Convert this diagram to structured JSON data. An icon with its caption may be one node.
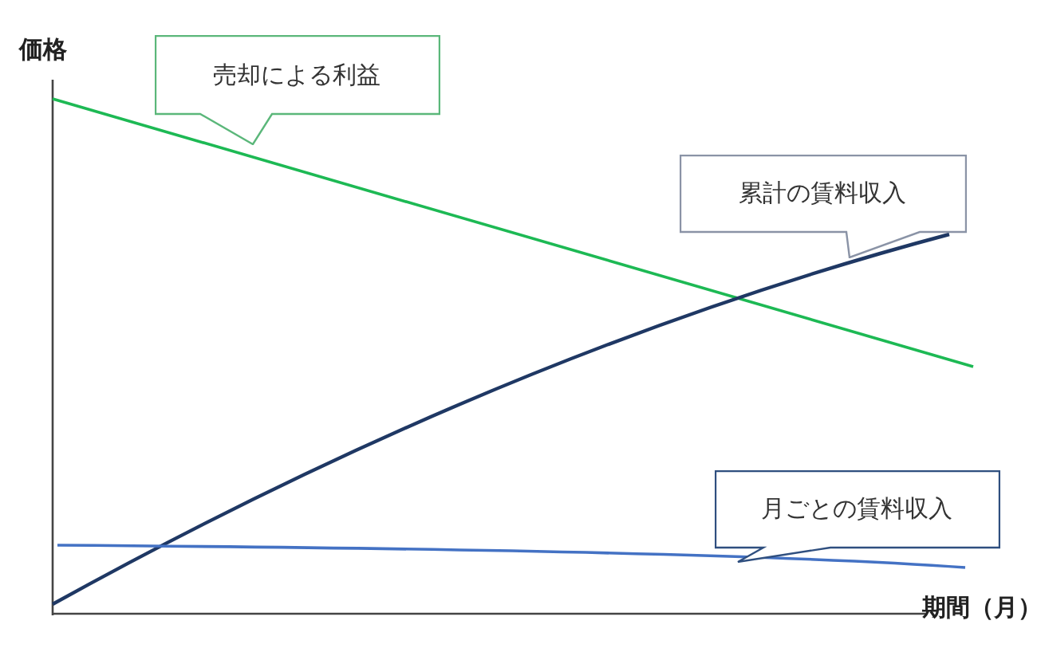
{
  "diagram": {
    "nodes": [
      {
        "text": [
          "売却による利益"
        ]
      },
      {
        "text": [
          "累計の賃料収入"
        ]
      },
      {
        "text": [
          "月ごとの賃料収入"
        ]
      }
    ],
    "labels": [
      "価格",
      "期間（月）"
    ]
  }
}
